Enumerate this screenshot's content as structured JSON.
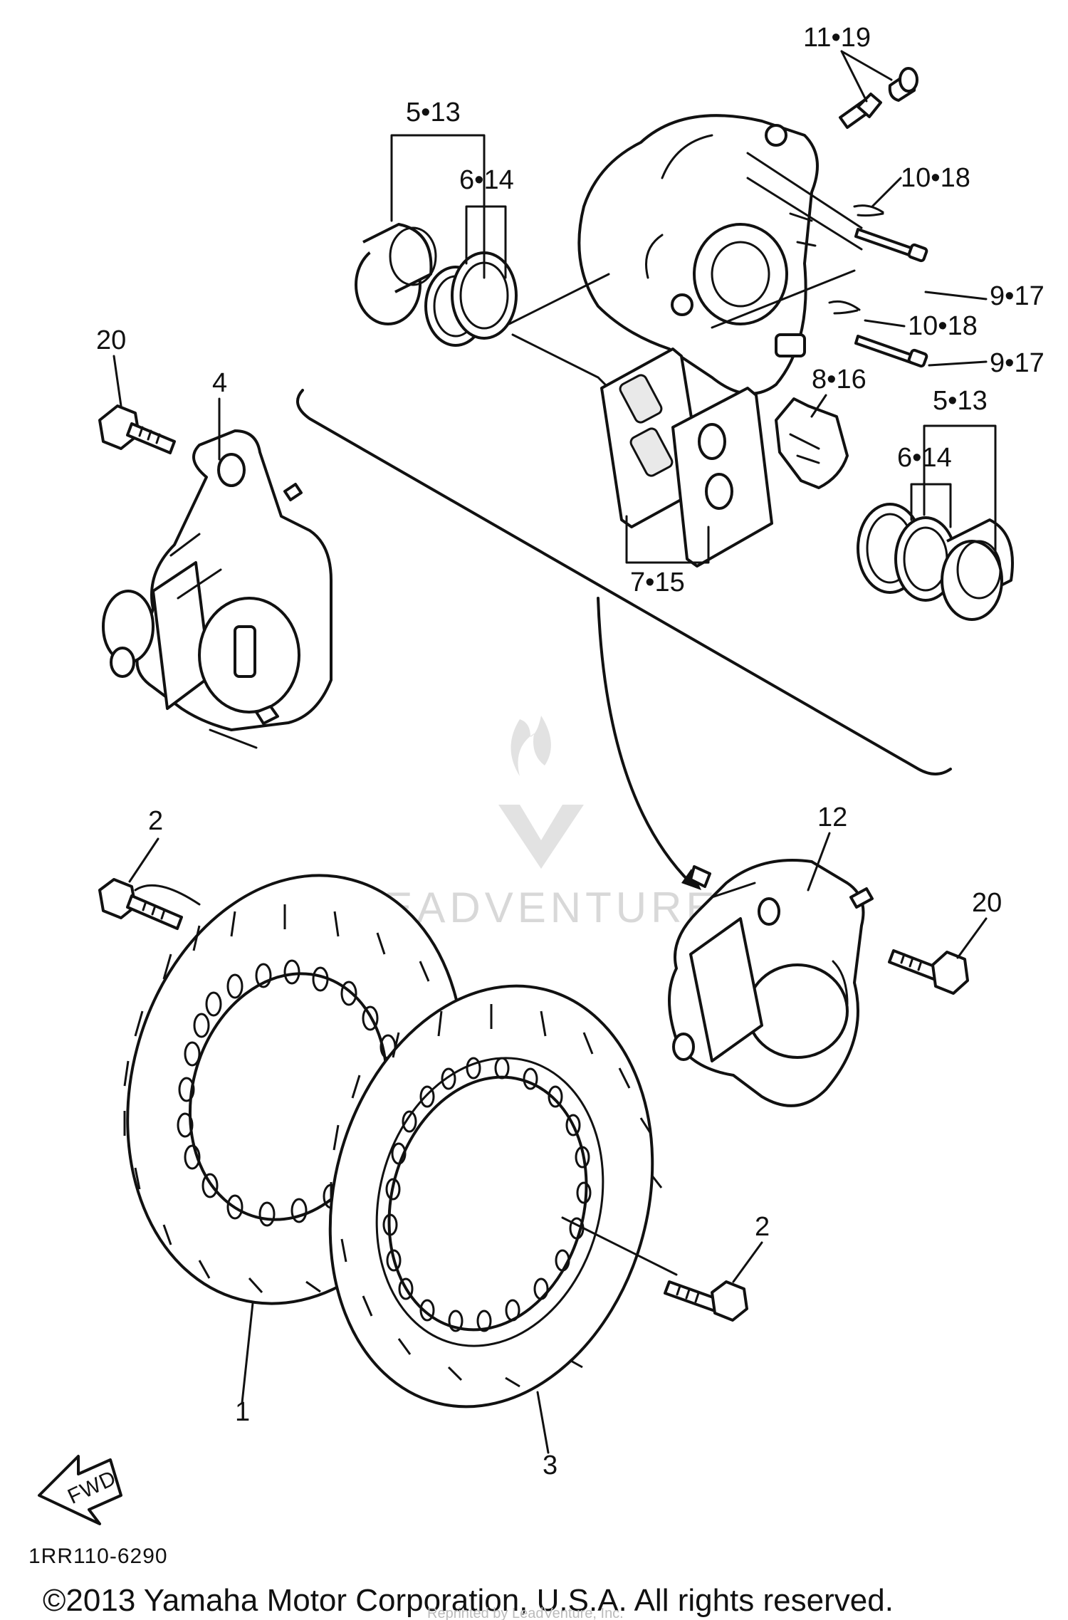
{
  "callouts": {
    "c11_19": "11•19",
    "c5_13_top": "5•13",
    "c6_14_top": "6•14",
    "c10_18_a": "10•18",
    "c9_17_a": "9•17",
    "c10_18_b": "10•18",
    "c9_17_b": "9•17",
    "c20_left": "20",
    "c4": "4",
    "c8_16": "8•16",
    "c5_13_right": "5•13",
    "c6_14_right": "6•14",
    "c7_15": "7•15",
    "c12": "12",
    "c2_top": "2",
    "c20_right": "20",
    "c2_bottom": "2",
    "c1": "1",
    "c3": "3"
  },
  "fwd_arrow_label": "FWD",
  "diagram_code": "1RR110-6290",
  "copyright": "©2013 Yamaha Motor Corporation, U.S.A. All rights reserved.",
  "watermark": "LEADVENTURE",
  "watermark_sub": "Reprinted by LeadVenture, Inc."
}
